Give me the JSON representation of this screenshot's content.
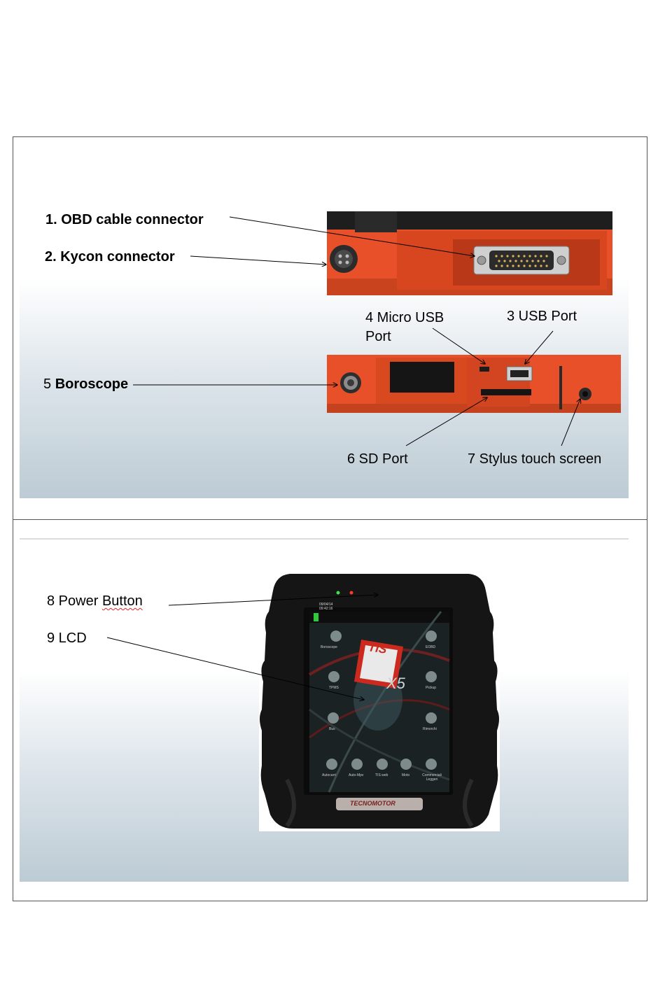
{
  "top_panel": {
    "labels": {
      "obd": "1. OBD cable connector",
      "kycon": "2. Kycon connector",
      "micro_usb_line1": "4 Micro USB",
      "micro_usb_line2": "Port",
      "usb": "3 USB Port",
      "boroscope_num": "5",
      "boroscope_word": "Boroscope",
      "sd": "6 SD Port",
      "stylus": "7 Stylus touch screen"
    }
  },
  "bottom_panel": {
    "labels": {
      "power_word": "8 Power",
      "power_button": "Button",
      "lcd": "9 LCD"
    },
    "device_screen": {
      "logo": "TIS",
      "model": "X5",
      "status_line1": "09/04/14",
      "status_line2": "09:42:16",
      "apps": [
        "Boroscope",
        "EOBD",
        "TPMS",
        "Pickup",
        "Bus",
        "Rimorchi",
        "Autocarri",
        "Auto-Mpv",
        "TIS web",
        "Moto",
        "Commerciali Leggeri"
      ],
      "brand": "TECNOMOTOR"
    }
  },
  "colors": {
    "device_orange": "#e8502a",
    "rubber_black": "#151515"
  }
}
